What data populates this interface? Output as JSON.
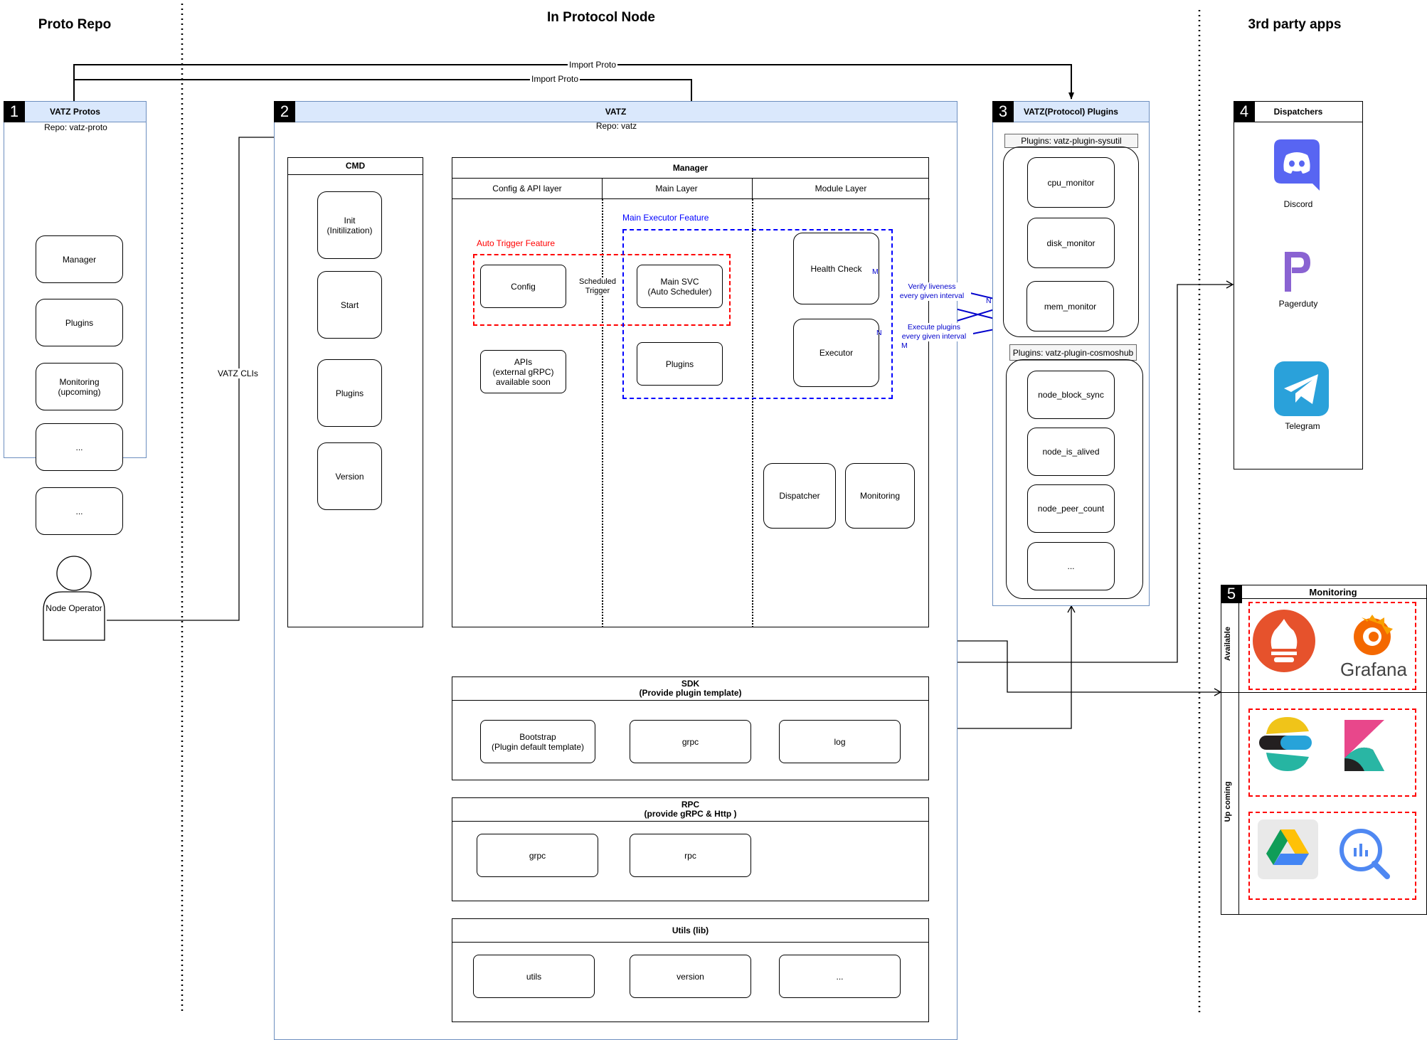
{
  "sections": {
    "proto_repo": "Proto Repo",
    "in_protocol_node": "In Protocol Node",
    "third_party": "3rd party apps"
  },
  "import_proto_1": "Import Proto",
  "import_proto_2": "Import Proto",
  "vatz_clis": "VATZ CLIs",
  "node_operator": "Node Operator",
  "protos": {
    "num": "1",
    "title": "VATZ Protos",
    "repo": "Repo: vatz-proto",
    "items": [
      "Manager",
      "Plugins",
      "Monitoring\n(upcoming)",
      "...",
      "..."
    ]
  },
  "vatz": {
    "num": "2",
    "title": "VATZ",
    "repo": "Repo: vatz"
  },
  "cmd": {
    "title": "CMD",
    "items": [
      "Init\n(Initilization)",
      "Start",
      "Plugins",
      "Version"
    ]
  },
  "manager": {
    "title": "Manager",
    "columns": [
      "Config & API layer",
      "Main Layer",
      "Module Layer"
    ],
    "auto_trigger": "Auto Trigger Feature",
    "main_executor": "Main Executor Feature",
    "config": "Config",
    "scheduled_trigger": "Scheduled\nTrigger",
    "main_svc": "Main SVC\n(Auto Scheduler)",
    "apis": "APIs\n(external gRPC)\navailable soon",
    "plugins": "Plugins",
    "health_check": "Health Check",
    "executor": "Executor",
    "dispatcher": "Dispatcher",
    "monitoring": "Monitoring"
  },
  "links": {
    "verify": "Verify liveness\nevery given interval",
    "execute": "Execute plugins\nevery given interval",
    "m1": "M",
    "n1": "N",
    "n2": "N",
    "m2": "M"
  },
  "sdk": {
    "title": "SDK\n(Provide plugin template)",
    "items": [
      "Bootstrap\n(Plugin default template)",
      "grpc",
      "log"
    ]
  },
  "rpc": {
    "title": "RPC\n(provide gRPC & Http )",
    "items": [
      "grpc",
      "rpc"
    ]
  },
  "utils": {
    "title": "Utils (lib)",
    "items": [
      "utils",
      "version",
      "..."
    ]
  },
  "plugins_panel": {
    "num": "3",
    "title": "VATZ(Protocol) Plugins",
    "sysutil_label": "Plugins: vatz-plugin-sysutil",
    "sysutil": [
      "cpu_monitor",
      "disk_monitor",
      "mem_monitor"
    ],
    "cosmos_label": "Plugins: vatz-plugin-cosmoshub",
    "cosmos": [
      "node_block_sync",
      "node_is_alived",
      "node_peer_count",
      "..."
    ]
  },
  "dispatchers": {
    "num": "4",
    "title": "Dispatchers",
    "items": [
      "Discord",
      "Pagerduty",
      "Telegram"
    ]
  },
  "monitoring_panel": {
    "num": "5",
    "title": "Monitoring",
    "available": "Available",
    "upcoming": "Up coming",
    "grafana": "Grafana"
  },
  "colors": {
    "discord": "#5865f2",
    "pagerduty": "#6a5acd",
    "telegram": "#2aa1da",
    "prometheus": "#e6522c",
    "grafana": "#f46800",
    "blue_dash": "#0000ff",
    "red_dash": "#ff0000"
  }
}
